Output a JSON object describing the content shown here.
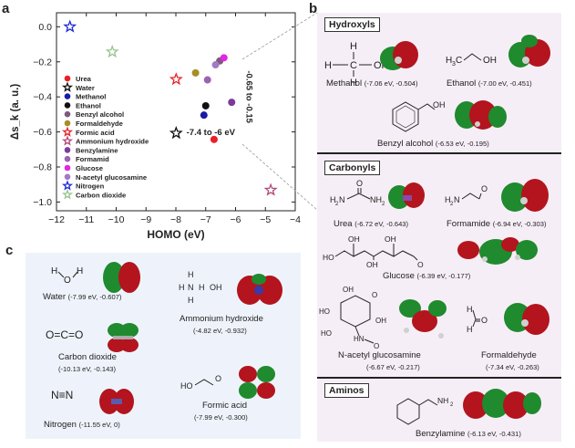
{
  "panel_labels": {
    "a": "a",
    "b": "b",
    "c": "c"
  },
  "chart_data": {
    "type": "scatter",
    "xlabel": "HOMO (eV)",
    "ylabel": "Δs_k (a. u.)",
    "xlim": [
      -12,
      -4
    ],
    "ylim": [
      -1.05,
      0.08
    ],
    "xticks": [
      "−12",
      "−11",
      "−10",
      "−9",
      "−8",
      "−7",
      "−6",
      "−5",
      "−4"
    ],
    "yticks": [
      "0.0",
      "−0.2",
      "−0.4",
      "−0.6",
      "−0.8",
      "−1.0"
    ],
    "range_box": {
      "label_x": "-7.4 to -6 eV",
      "label_y": "-0.65 to -0.15",
      "x": [
        -7.4,
        -6.0
      ],
      "y": [
        -0.65,
        -0.15
      ]
    },
    "legend_position": "left",
    "series": [
      {
        "name": "Urea",
        "marker": "circle",
        "color": "#e8202a",
        "x": -6.72,
        "y": -0.643
      },
      {
        "name": "Water",
        "marker": "star",
        "color": "#111111",
        "x": -7.99,
        "y": -0.607
      },
      {
        "name": "Methanol",
        "marker": "circle",
        "color": "#1a1aa8",
        "x": -7.06,
        "y": -0.504
      },
      {
        "name": "Ethanol",
        "marker": "circle",
        "color": "#111111",
        "x": -7.0,
        "y": -0.451
      },
      {
        "name": "Benzyl alcohol",
        "marker": "circle",
        "color": "#7d5a7d",
        "x": -6.53,
        "y": -0.195
      },
      {
        "name": "Formaldehyde",
        "marker": "circle",
        "color": "#a88e25",
        "x": -7.34,
        "y": -0.263
      },
      {
        "name": "Formic acid",
        "marker": "star",
        "color": "#e8202a",
        "x": -7.99,
        "y": -0.3
      },
      {
        "name": "Ammonium hydroxide",
        "marker": "star",
        "color": "#b24a78",
        "x": -4.82,
        "y": -0.932
      },
      {
        "name": "Benzylamine",
        "marker": "circle",
        "color": "#7b3b9a",
        "x": -6.13,
        "y": -0.431
      },
      {
        "name": "Formamid",
        "marker": "circle",
        "color": "#9b62b0",
        "x": -6.94,
        "y": -0.303
      },
      {
        "name": "Glucose",
        "marker": "circle",
        "color": "#e028e0",
        "x": -6.39,
        "y": -0.177
      },
      {
        "name": "N-acetyl glucosamine",
        "marker": "circle",
        "color": "#a37ac4",
        "x": -6.67,
        "y": -0.217
      },
      {
        "name": "Nitrogen",
        "marker": "star",
        "color": "#1f2ad6",
        "x": -11.55,
        "y": 0.0
      },
      {
        "name": "Carbon dioxide",
        "marker": "star",
        "color": "#98c48e",
        "x": -10.13,
        "y": -0.143
      }
    ]
  },
  "panel_b": {
    "hydroxyls": {
      "title": "Hydroxyls",
      "methanol": {
        "name": "Methanol",
        "val": "(-7.06 eV, -0.504)"
      },
      "ethanol": {
        "name": "Ethanol",
        "val": "(-7.00 eV, -0.451)"
      },
      "benzyl_alcohol": {
        "name": "Benzyl alcohol",
        "val": "(-6.53 eV, -0.195)"
      }
    },
    "carbonyls": {
      "title": "Carbonyls",
      "urea": {
        "name": "Urea",
        "val": "(-6.72 eV, -0.643)"
      },
      "formamide": {
        "name": "Formamide",
        "val": "(-6.94 eV, -0.303)"
      },
      "glucose": {
        "name": "Glucose",
        "val": "(-6.39 eV, -0.177)"
      },
      "nag": {
        "name": "N-acetyl glucosamine",
        "val": "(-6.67 eV, -0.217)"
      },
      "formaldehyde": {
        "name": "Formaldehyde",
        "val": "(-7.34 eV, -0.263)"
      }
    },
    "aminos": {
      "title": "Aminos",
      "benzylamine": {
        "name": "Benzylamine",
        "val": "(-6.13 eV, -0.431)"
      }
    }
  },
  "panel_c": {
    "water": {
      "name": "Water",
      "val": "(-7.99 eV, -0.607)"
    },
    "ammonium_hydroxide": {
      "name": "Ammonium hydroxide",
      "val": "(-4.82 eV, -0.932)"
    },
    "carbon_dioxide": {
      "name": "Carbon dioxide",
      "val": "(-10.13 eV, -0.143)"
    },
    "formic_acid": {
      "name": "Formic acid",
      "val": "(-7.99 eV, -0.300)"
    },
    "nitrogen": {
      "name": "Nitrogen",
      "val": "(-11.55 eV, 0)"
    }
  },
  "colors": {
    "panel_b_bg": "#f6eef6",
    "panel_c_bg": "#eef3fb",
    "orbital_red": "#b3141e",
    "orbital_green": "#1f8a2e",
    "range_box": "#f9d9b4"
  }
}
